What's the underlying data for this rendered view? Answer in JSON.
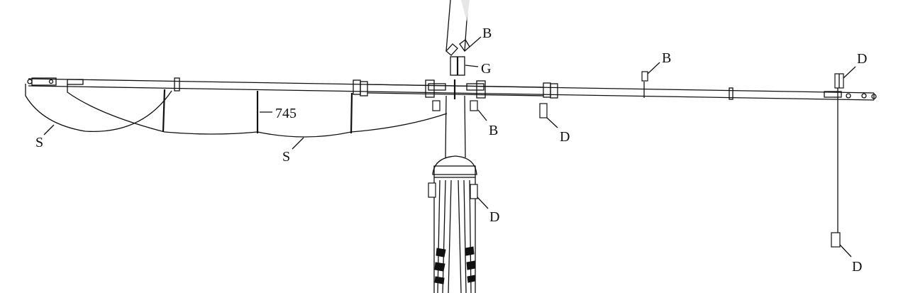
{
  "labels": {
    "b_top": "B",
    "g_mid": "G",
    "b_right": "B",
    "d_top_right": "D",
    "b_lower": "B",
    "d_center_right": "D",
    "d_mast_lower": "D",
    "d_bottom_right": "D",
    "num_745": "745",
    "s_left": "S",
    "s_mid": "S"
  }
}
